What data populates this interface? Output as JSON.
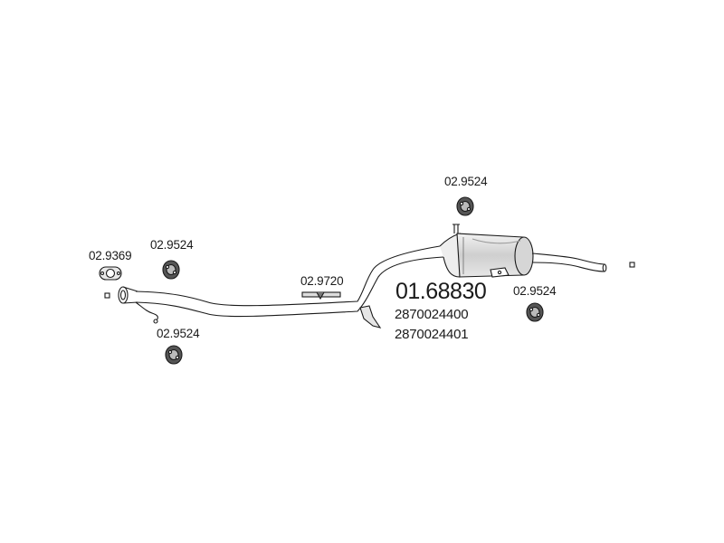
{
  "diagram": {
    "main_part_number": "01.68830",
    "oe_numbers": [
      "2870024400",
      "2870024401"
    ],
    "parts": [
      {
        "part_number": "02.9369",
        "icon": "gasket-icon"
      },
      {
        "part_number": "02.9524",
        "icon": "rubber-hanger-icon"
      },
      {
        "part_number": "02.9524",
        "icon": "rubber-hanger-icon"
      },
      {
        "part_number": "02.9720",
        "icon": "clamp-bracket-icon"
      },
      {
        "part_number": "02.9524",
        "icon": "rubber-hanger-icon"
      },
      {
        "part_number": "02.9524",
        "icon": "rubber-hanger-icon"
      }
    ],
    "colors": {
      "line": "#1a1a1a",
      "fill": "#ffffff",
      "shade": "#d9d9d9"
    }
  }
}
